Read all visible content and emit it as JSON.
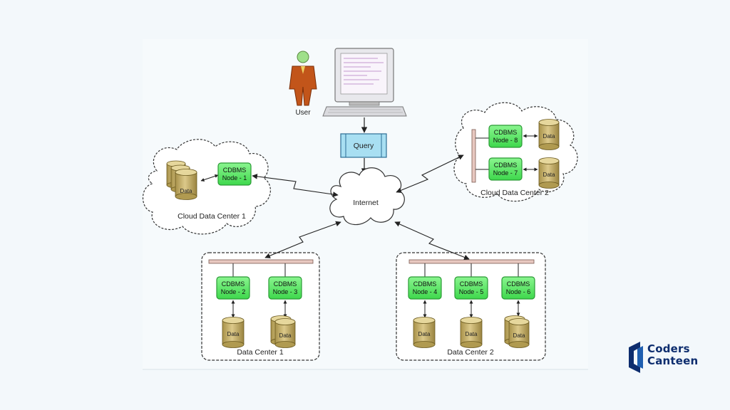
{
  "user_label": "User",
  "query_label": "Query",
  "internet_label": "Internet",
  "cloud_dc1": {
    "label": "Cloud Data Center 1",
    "node": "CDBMS\nNode - 1",
    "data": "Data"
  },
  "cloud_dc2": {
    "label": "Cloud Data Center 2",
    "nodes": [
      "CDBMS\nNode - 8",
      "CDBMS\nNode - 7"
    ],
    "data": [
      "Data",
      "Data"
    ]
  },
  "dc1": {
    "label": "Data Center 1",
    "nodes": [
      "CDBMS\nNode - 2",
      "CDBMS\nNode - 3"
    ],
    "data": [
      "Data",
      "Data"
    ]
  },
  "dc2": {
    "label": "Data Center 2",
    "nodes": [
      "CDBMS\nNode - 4",
      "CDBMS\nNode - 5",
      "CDBMS\nNode - 6"
    ],
    "data": [
      "Data",
      "Data",
      "Data"
    ]
  },
  "brand": {
    "line1": "Coders",
    "line2": "Canteen",
    "color": "#0d2d6e",
    "accent": "#1f5fb0"
  },
  "colors": {
    "node_fill": "#5ee86a",
    "node_stroke": "#2a9a35",
    "cylinder": "#c8b36a",
    "bus": "#e8c8c0",
    "query_fill": "#a8dff2"
  }
}
